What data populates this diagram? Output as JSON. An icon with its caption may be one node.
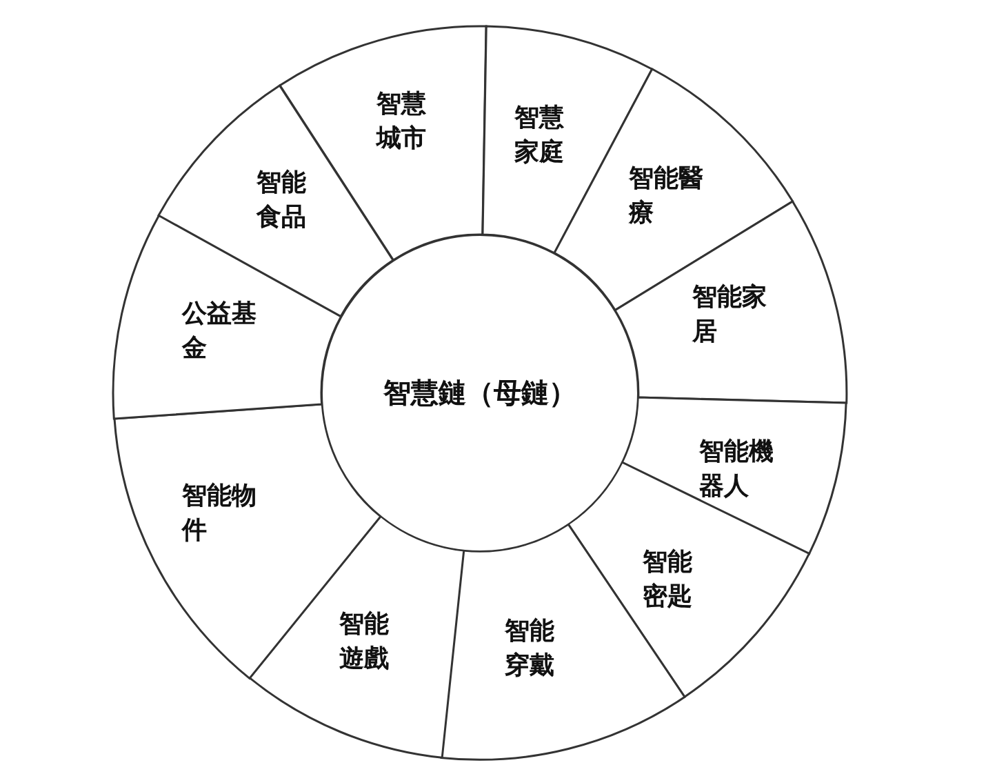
{
  "diagram": {
    "nodes": [
      {
        "text": [
          "智慧鏈（母鏈）"
        ]
      },
      {
        "text": [
          "智慧城市"
        ]
      },
      {
        "text": [
          "智慧家庭"
        ]
      },
      {
        "text": [
          "智能醫療"
        ]
      },
      {
        "text": [
          "智能家居"
        ]
      },
      {
        "text": [
          "智能機器人"
        ]
      },
      {
        "text": [
          "智能密匙"
        ]
      },
      {
        "text": [
          "智能穿戴"
        ]
      },
      {
        "text": [
          "智能遊戲"
        ]
      },
      {
        "text": [
          "智能物件"
        ]
      },
      {
        "text": [
          "公益基金"
        ]
      },
      {
        "text": [
          "智能食品"
        ]
      }
    ]
  }
}
